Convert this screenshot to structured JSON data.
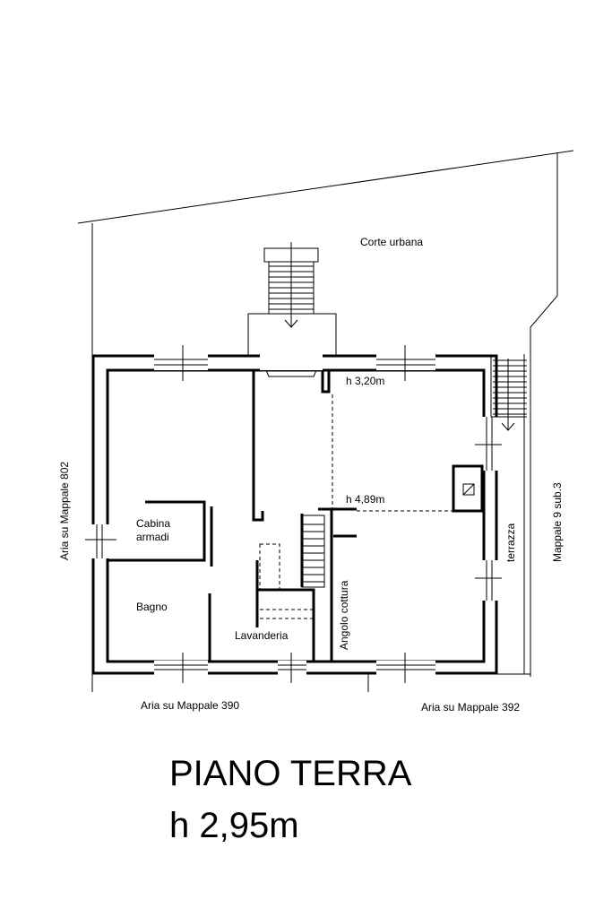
{
  "plan": {
    "courtyard": "Corte urbana",
    "height_upper": "h 3,20m",
    "height_double": "h 4,89m",
    "rooms": {
      "closet_line1": "Cabina",
      "closet_line2": "armadi",
      "bathroom": "Bagno",
      "laundry": "Lavanderia",
      "kitchen": "Angolo cottura",
      "terrace": "terrazza"
    },
    "boundaries": {
      "left": "Aria su Mappale 802",
      "right": "Mappale 9 sub.3",
      "bottom_left": "Aria su Mappale 390",
      "bottom_right": "Aria su Mappale 392"
    }
  },
  "title": {
    "floor": "PIANO TERRA",
    "height": "h 2,95m"
  }
}
